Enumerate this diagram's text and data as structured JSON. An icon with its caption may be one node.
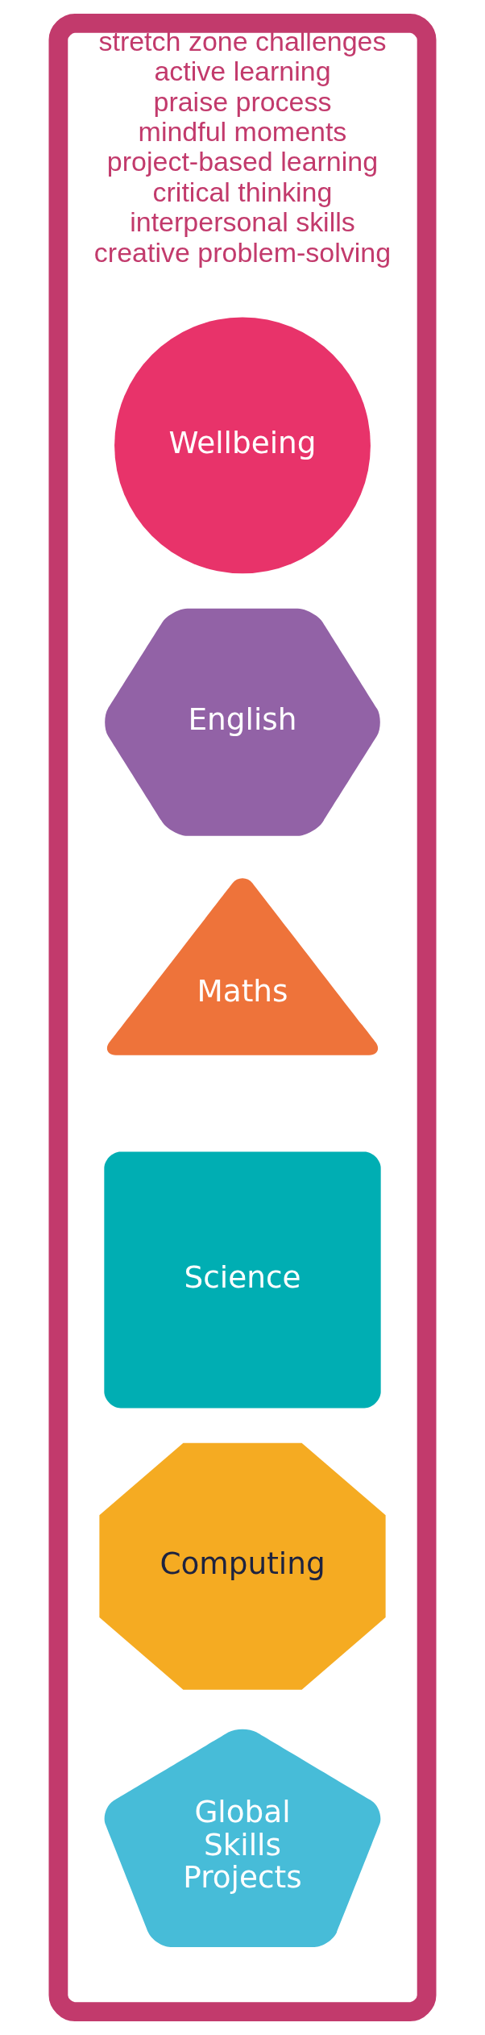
{
  "diagram": {
    "nodes": [
      {
        "text": [
          "stretch zone challenges",
          "active learning",
          "praise process",
          "mindful moments",
          "project-based learning",
          "critical thinking",
          "interpersonal skills",
          "creative problem-solving"
        ]
      },
      {
        "text": [
          "Wellbeing"
        ],
        "in": 0
      },
      {
        "text": [
          "English"
        ],
        "in": 0
      },
      {
        "text": [
          "Maths"
        ],
        "in": 0
      },
      {
        "text": [
          "Science"
        ],
        "in": 0
      },
      {
        "text": [
          "Computing"
        ],
        "in": 0
      },
      {
        "text": [
          "Global Skills Projects"
        ],
        "in": 0
      }
    ],
    "edges": []
  }
}
